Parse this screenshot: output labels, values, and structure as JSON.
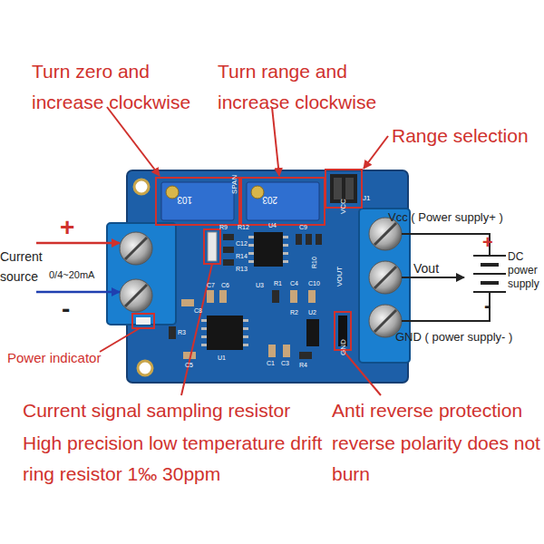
{
  "diagram": {
    "labels": [
      "Turn zero and increase clockwise",
      "Turn range and increase clockwise",
      "Range selection",
      "+",
      "Current source",
      "0/4~20mA",
      "-",
      "Vcc ( Power supply+ )",
      "+",
      "DC power supply",
      "Vout",
      "-",
      "GND ( power supply- )",
      "Power indicator",
      "Current signal sampling resistor",
      "High precision low temperature drift ring resistor 1‰ 30ppm",
      "Anti reverse protection",
      "reverse polarity does not burn",
      "103",
      "203",
      "SPAN",
      "J1",
      "VCC",
      "VOUT",
      "GND",
      "R9",
      "R12",
      "C9",
      "U4",
      "C12",
      "R14",
      "R13",
      "R10",
      "C7",
      "C6",
      "U3",
      "R1",
      "C4",
      "C10",
      "C8",
      "R3",
      "C5",
      "U1",
      "C1",
      "C3",
      "R2",
      "U2",
      "R4"
    ]
  }
}
